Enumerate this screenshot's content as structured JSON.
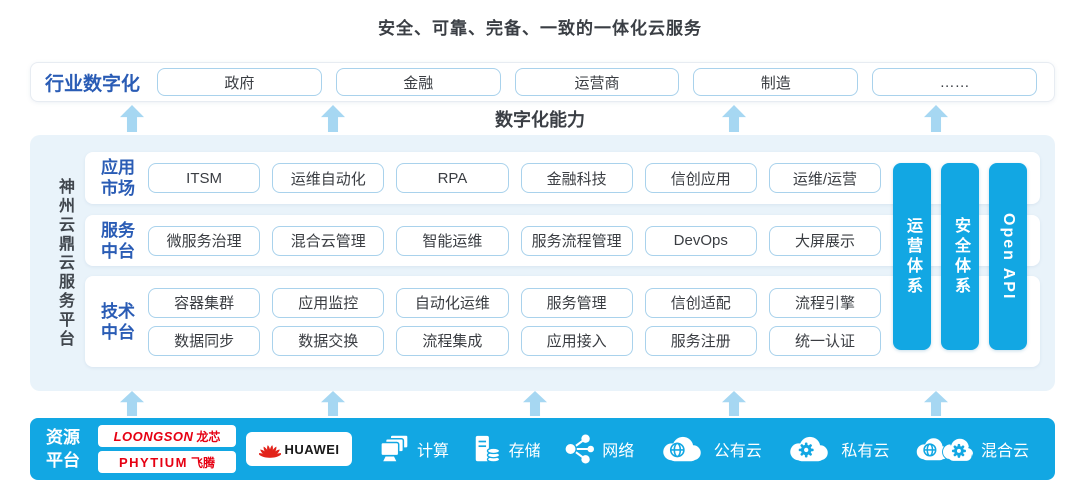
{
  "title": "安全、可靠、完备、一致的一体化云服务",
  "industry": {
    "label": "行业数字化",
    "items": [
      "政府",
      "金融",
      "运营商",
      "制造",
      "……"
    ]
  },
  "capability_label": "数字化能力",
  "platform": {
    "side_label": "神州云鼎云服务平台",
    "rows": [
      {
        "label": "应用市场",
        "lines": [
          [
            "ITSM",
            "运维自动化",
            "RPA",
            "金融科技",
            "信创应用",
            "运维/运营"
          ]
        ]
      },
      {
        "label": "服务中台",
        "lines": [
          [
            "微服务治理",
            "混合云管理",
            "智能运维",
            "服务流程管理",
            "DevOps",
            "大屏展示"
          ]
        ]
      },
      {
        "label": "技术中台",
        "lines": [
          [
            "容器集群",
            "应用监控",
            "自动化运维",
            "服务管理",
            "信创适配",
            "流程引擎"
          ],
          [
            "数据同步",
            "数据交换",
            "流程集成",
            "应用接入",
            "服务注册",
            "统一认证"
          ]
        ]
      }
    ],
    "pillars": [
      "运营体系",
      "安全体系",
      "Open API"
    ]
  },
  "resource": {
    "label": "资源平台",
    "vendors": [
      {
        "primary": "LOONGSON",
        "secondary": "龙芯"
      },
      {
        "primary": "PHYTIUM",
        "secondary": "飞腾"
      },
      {
        "primary": "HUAWEI",
        "secondary": ""
      }
    ],
    "services": [
      {
        "label": "计算",
        "icon": "compute-icon"
      },
      {
        "label": "存储",
        "icon": "storage-icon"
      },
      {
        "label": "网络",
        "icon": "network-icon"
      },
      {
        "label": "公有云",
        "icon": "public-cloud-icon"
      },
      {
        "label": "私有云",
        "icon": "private-cloud-icon"
      },
      {
        "label": "混合云",
        "icon": "hybrid-cloud-icon"
      }
    ]
  },
  "colors": {
    "accent_blue": "#12a7e3",
    "arrow_blue": "#a6d7f2",
    "panel_background": "#e9f3fa",
    "box_border": "#a9d2ec",
    "blue_label_text": "#2a5cb5",
    "dark_text": "#3a3e44",
    "vendor_red": "#e60012",
    "huawei_red": "#e2231a"
  }
}
